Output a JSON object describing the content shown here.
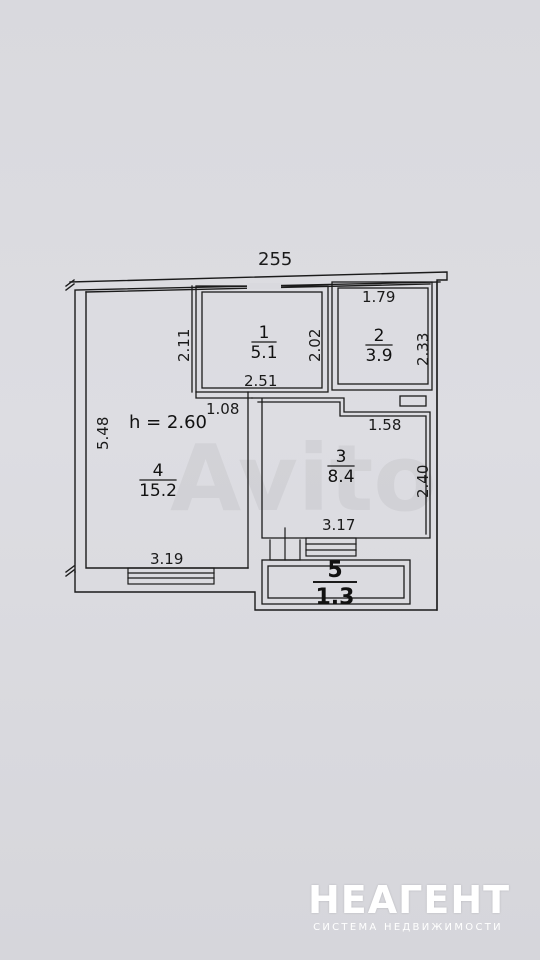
{
  "plan": {
    "top_dimension": "255",
    "ceiling_height": "h = 2.60",
    "dimensions": {
      "r1_height": "2.11",
      "r1_height_right": "2.02",
      "r1_width_bottom": "2.51",
      "r2_width": "1.79",
      "r2_height": "2.33",
      "corridor_width": "1.08",
      "r3_width_top": "1.58",
      "r3_height": "2.40",
      "r3_width_bottom": "3.17",
      "r4_height": "5.48",
      "r4_width": "3.19"
    },
    "rooms": [
      {
        "number": "1",
        "area": "5.1"
      },
      {
        "number": "2",
        "area": "3.9"
      },
      {
        "number": "3",
        "area": "8.4"
      },
      {
        "number": "4",
        "area": "15.2"
      },
      {
        "number": "5",
        "area": "1.3"
      }
    ]
  },
  "watermark": "Avito",
  "brand": {
    "name": "НЕАГЕНТ",
    "tagline": "СИСТЕМА НЕДВИЖИМОСТИ"
  }
}
